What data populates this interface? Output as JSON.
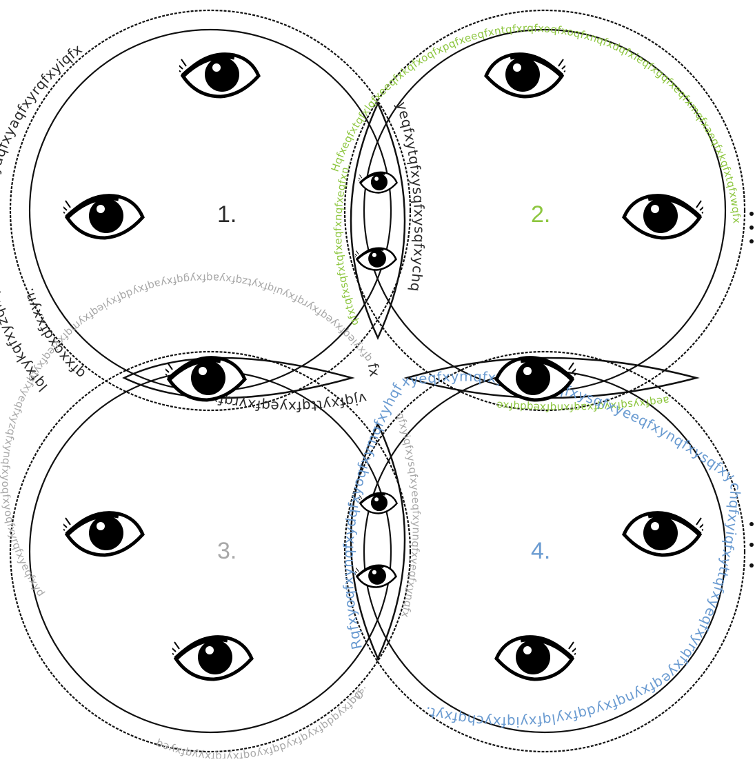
{
  "circles": [
    {
      "number": "1.",
      "color": "#2b2b2b",
      "ring_text": "lqfxykqfxyzqfxyaqfxygqfxydqfxyaqfxyaqfxyrqfxyiqfx",
      "ring_text_tail": "qfxxqxdfxxyn.",
      "petal_text": "yeqfxytqfxysqfxysqfxychq",
      "petal_text_lower": "vjqfxyttqfxyeqfxyrqfxyeqt"
    },
    {
      "number": "2.",
      "color": "#8dc63f",
      "ring_text": "Hqfxeqfxtqfxlqfxeeqfxkqfxoqfxpqfxeeqfxntqfxrqfxoqfxoqfxnqfxdqfxieqfxgqfxeqfxmqfxaeqfxkqfxtqfxwqfx",
      "petal_text": "qfxtqfxsqfxtqfxeqfxnqfxeqfxn.",
      "petal_text_lower": "aeqfxysqfxyqfxaqfxnqfxeqdqfxe"
    },
    {
      "number": "3.",
      "color": "#a8a8a8",
      "ring_text": "qfxyieqfxyeqfxyrqfxyuiqfxytzqfxyaqfxygqfxyaqfxydqfxyieqfxymqfxyieqfxytqfxyeqfxyzqfxynqfxyoqfxyoqfxyrqfxyeqfxydqfxyo",
      "ring_text_tail": "Oqfxyqdqfxyqfxydqfxyoqfxyrqfxyyqfxyeq",
      "petal_text": "qfxyiqfxysqfxyeeqfxynnqfxyeqfxynqfx",
      "end_label": "vs."
    },
    {
      "number": "4.",
      "color": "#6a9bd1",
      "ring_text": "Rqfxyoqfxynqfxydqfxyoqfxymqfxyhqfxyeqfxymqfxywqfxyaqfxysqfxyeeqfxynqfxysqfxychqfxyiqfxyttqfxyeqfxyrqfxyeqfxynqfxydqfxylqfxyiqfxychqfxyt.",
      "petal_text": "ynqfxydqfxylqfxyiqfxyiqfxychqfxyt."
    }
  ],
  "center_text": "fx",
  "icons": {
    "eye": "eye-icon"
  }
}
